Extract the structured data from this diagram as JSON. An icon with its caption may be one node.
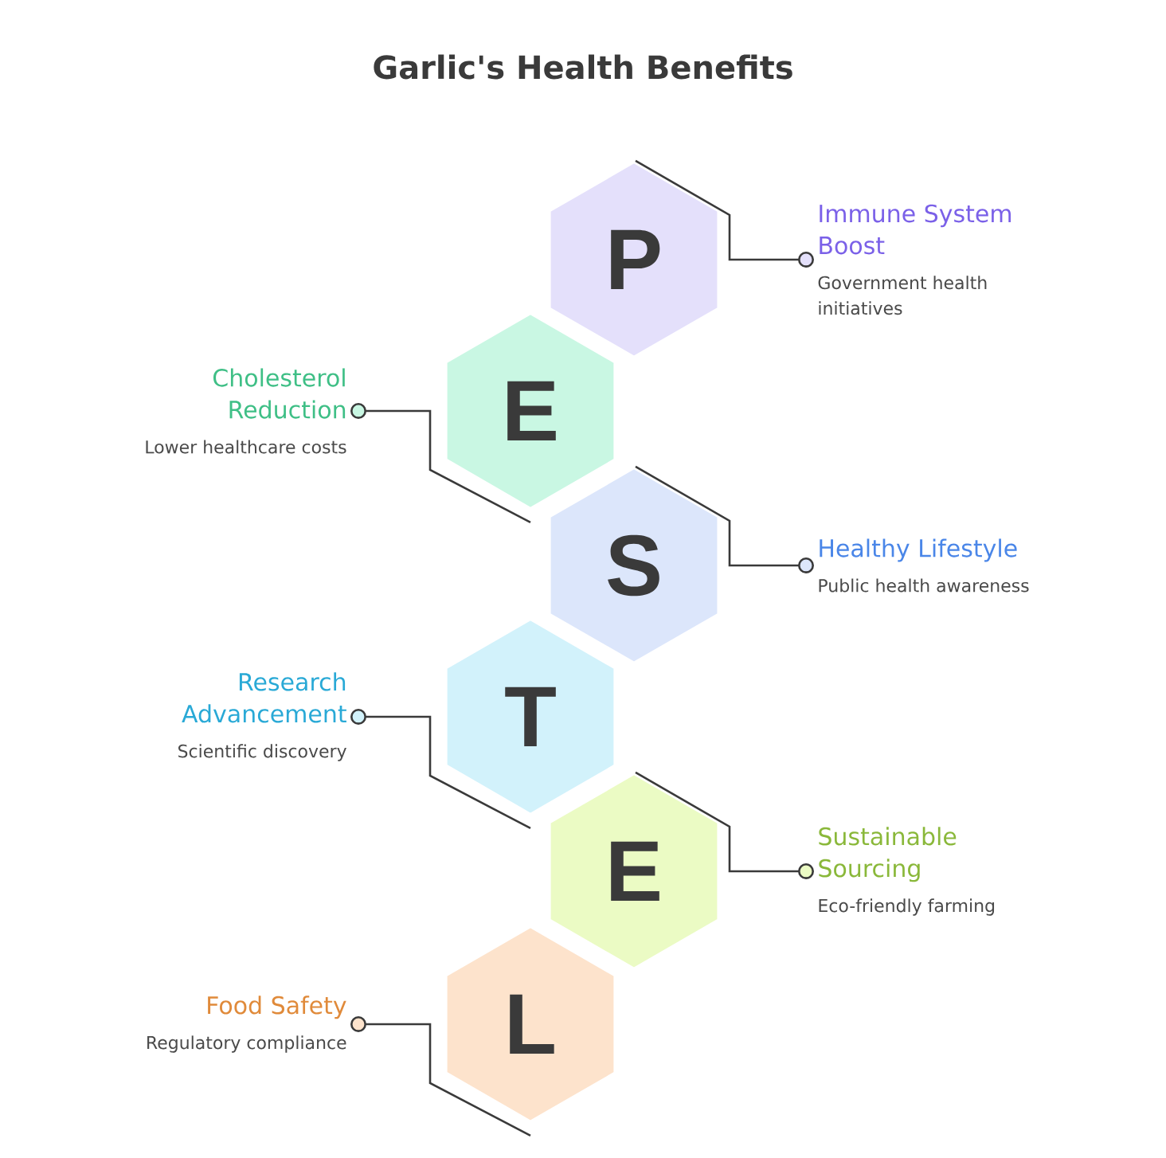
{
  "diagram": {
    "title": "Garlic's Health Benefits",
    "nodes": [
      {
        "text": [
          "P"
        ]
      },
      {
        "text": [
          "E"
        ]
      },
      {
        "text": [
          "S"
        ]
      },
      {
        "text": [
          "T"
        ]
      },
      {
        "text": [
          "E"
        ]
      },
      {
        "text": [
          "L"
        ]
      },
      {
        "text": [
          "Immune System Boost",
          "Government health initiatives"
        ]
      },
      {
        "text": [
          "Cholesterol Reduction",
          "Lower healthcare costs"
        ]
      },
      {
        "text": [
          "Healthy Lifestyle",
          "Public health awareness"
        ]
      },
      {
        "text": [
          "Research Advancement",
          "Scientific discovery"
        ]
      },
      {
        "text": [
          "Sustainable Sourcing",
          "Eco-friendly farming"
        ]
      },
      {
        "text": [
          "Food Safety",
          "Regulatory compliance"
        ]
      }
    ],
    "edges": [
      {
        "from": 0,
        "to": 6,
        "arrow": "other"
      },
      {
        "from": 1,
        "to": 7,
        "arrow": "other"
      },
      {
        "from": 2,
        "to": 8,
        "arrow": "other"
      },
      {
        "from": 3,
        "to": 9,
        "arrow": "other"
      },
      {
        "from": 4,
        "to": 10,
        "arrow": "other"
      },
      {
        "from": 5,
        "to": 11,
        "arrow": "other"
      }
    ]
  }
}
